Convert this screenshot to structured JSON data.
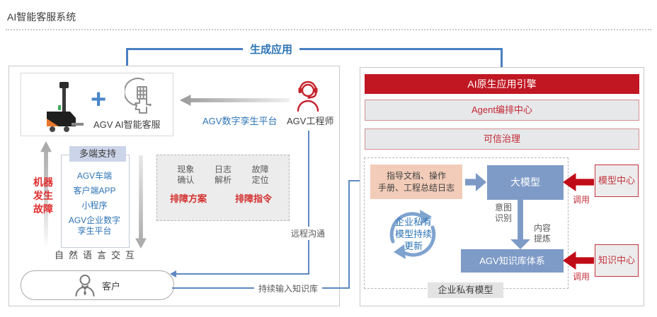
{
  "page": {
    "title": "AI智能客服系统"
  },
  "flow": {
    "gen_app": "生成应用",
    "digital_twin": "AGV数字孪生平台",
    "remote": "远程沟通",
    "knowledge_input": "持续输入知识库"
  },
  "left": {
    "product": {
      "label": "AGV AI智能客服",
      "plus": "+"
    },
    "engineer_label": "AGV工程师",
    "fault_text": "机器\n发生\n故障",
    "multi": {
      "header": "多端支持",
      "items": [
        "AGV车端",
        "客户端APP",
        "小程序",
        "AGV企业数字\n孪生平台"
      ]
    },
    "diagnosis": {
      "steps": [
        "现象\n确认",
        "日志\n解析",
        "故障\n定位"
      ],
      "plan": "排障方案",
      "command": "排障指令"
    },
    "nli": "自然语言交互",
    "customer_label": "客户"
  },
  "right": {
    "engine": "AI原生应用引擎",
    "agent_center": "Agent编排中心",
    "governance": "可信治理",
    "docs": "指导文档、操作\n手册、工程总结日志",
    "llm": "大模型",
    "intent": "意图\n识别",
    "refine": "内容\n提炼",
    "cycle_text": "企业私有\n模型持续\n更新",
    "kb": "AGV知识库体系",
    "private_model": "企业私有模型",
    "model_center": {
      "label": "模型中心",
      "call": "调用"
    },
    "knowledge_center": {
      "label": "知识中心",
      "call": "调用"
    }
  },
  "icons": {
    "robot": "agv-robot-icon",
    "ai_head": "ai-head-chip-icon",
    "engineer": "engineer-headset-icon",
    "customer": "customer-person-icon",
    "cycle": "cycle-arrows-icon"
  },
  "colors": {
    "accent_blue": "#2e74b5",
    "line_blue": "#4a7fc1",
    "engine_red": "#c01722",
    "box_blue": "#7e9bc7",
    "peach": "#f2ccb9",
    "fault_red": "#e02f2f"
  }
}
